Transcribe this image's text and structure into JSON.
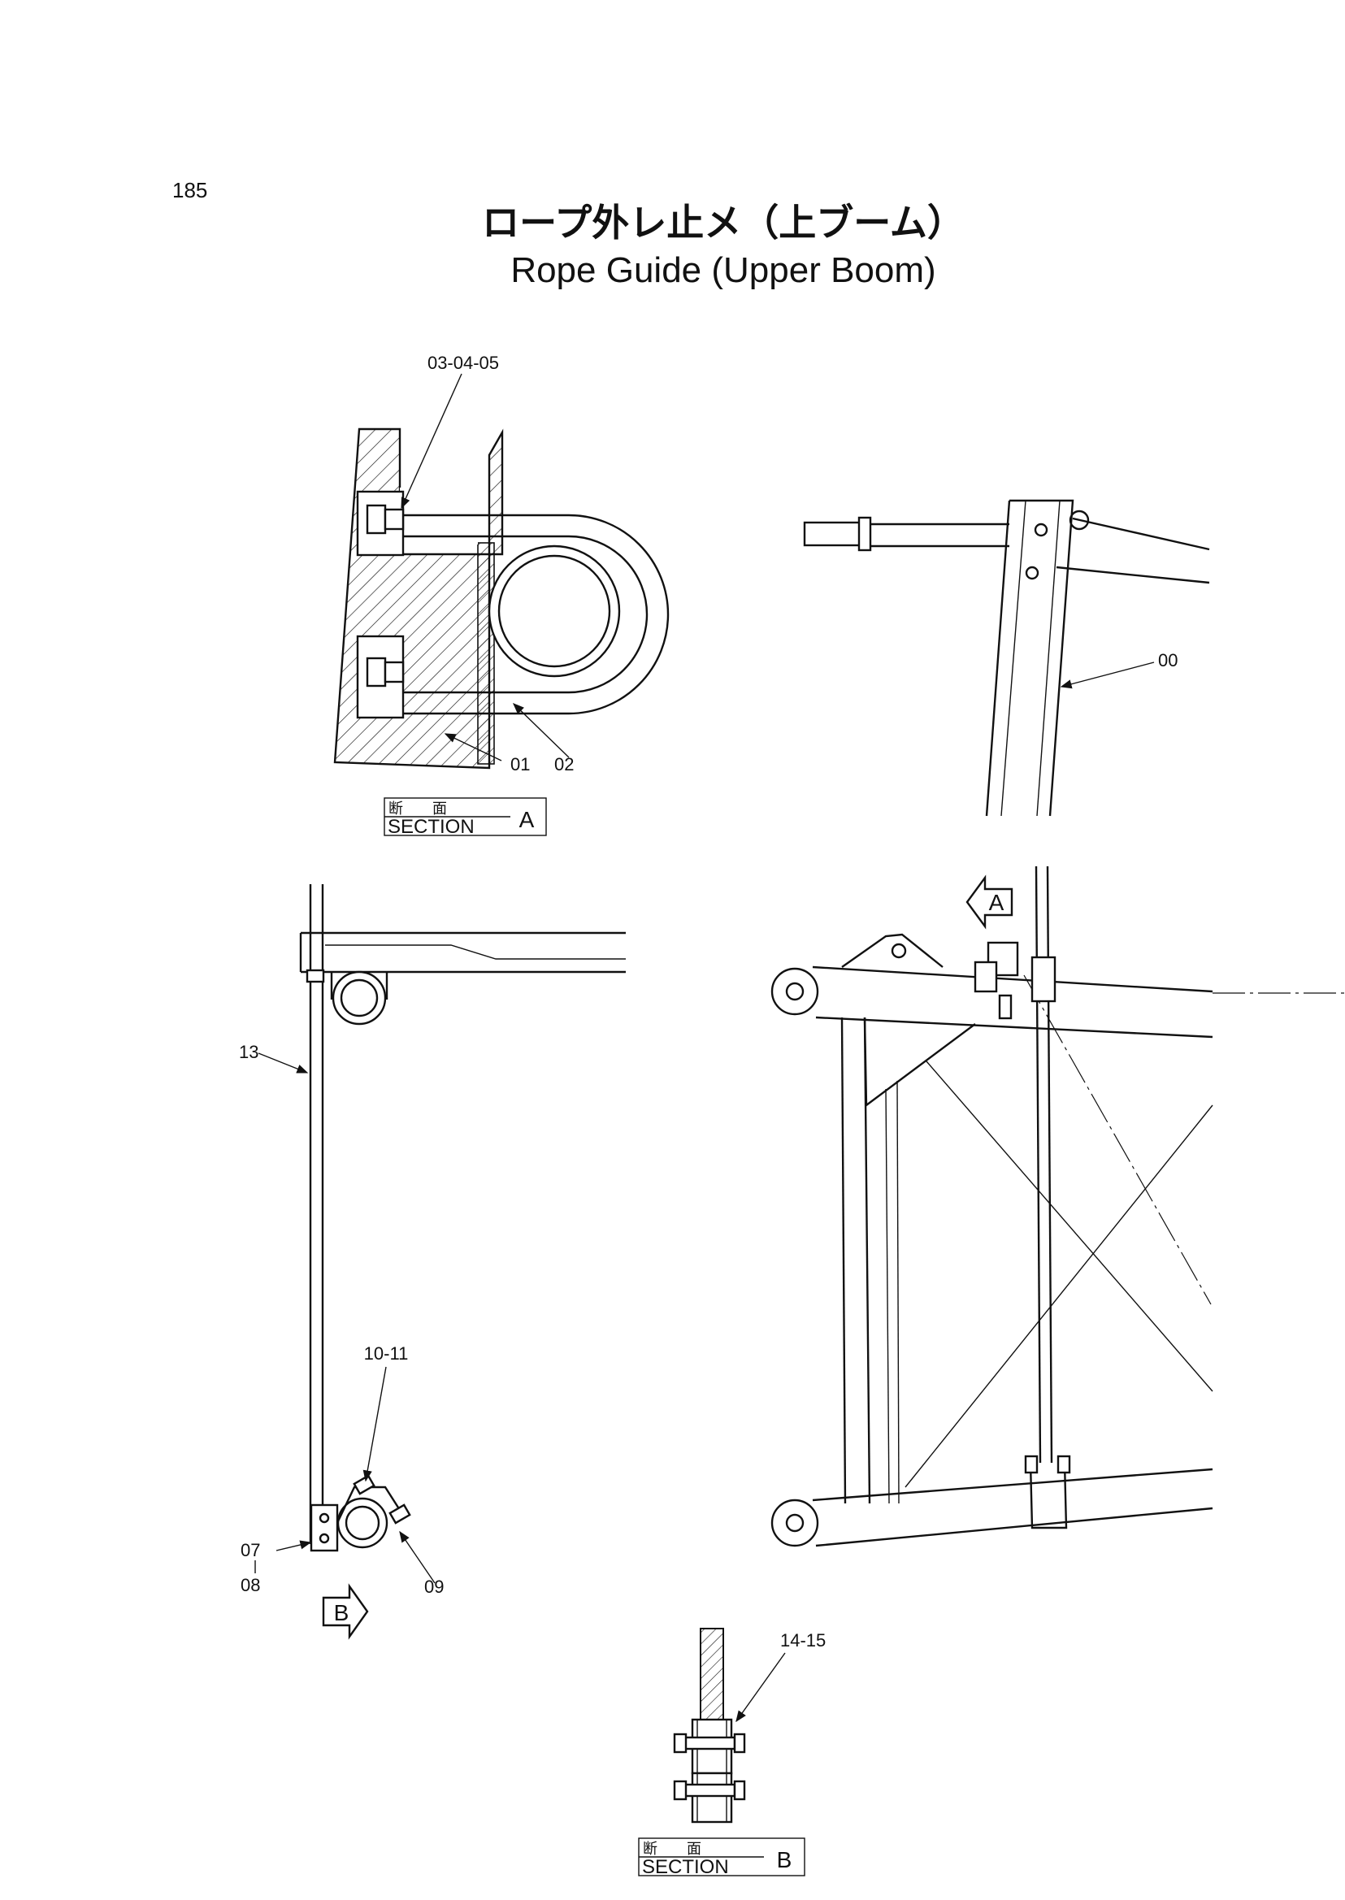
{
  "page_number": "185",
  "title_jp": "ロープ外レ止メ（上ブーム）",
  "title_en": "Rope Guide (Upper Boom)",
  "section_a": {
    "kanji": "断　　面",
    "word": "SECTION",
    "letter": "A"
  },
  "section_b": {
    "kanji": "断　　面",
    "word": "SECTION",
    "letter": "B"
  },
  "view_arrow_a": "A",
  "view_arrow_b": "B",
  "callouts": {
    "c_03_04_05": "03-04-05",
    "c_01": "01",
    "c_02": "02",
    "c_00": "00",
    "c_13": "13",
    "c_10_11": "10-11",
    "c_07": "07",
    "c_08": "08",
    "c_09": "09",
    "c_14_15": "14-15"
  }
}
